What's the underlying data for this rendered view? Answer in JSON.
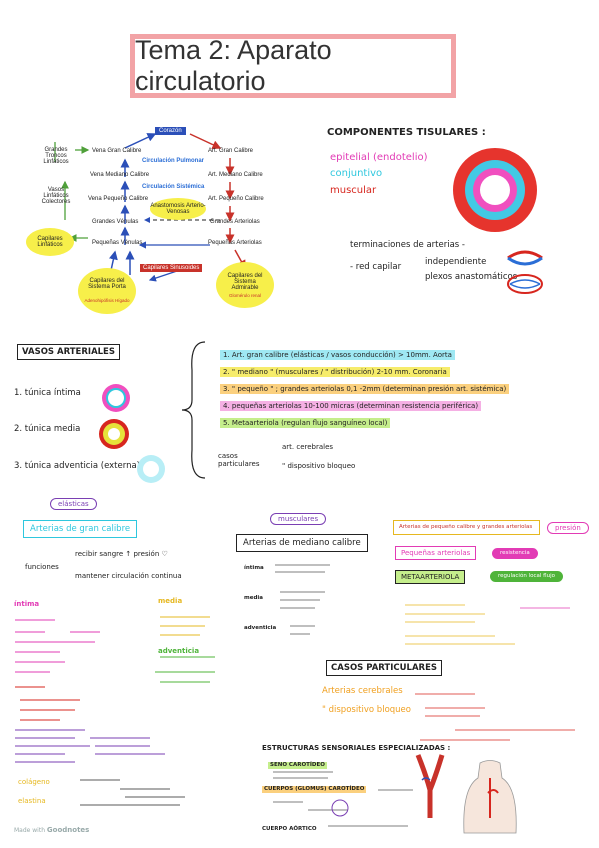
{
  "title": "Tema 2: Aparato circulatorio",
  "diagram": {
    "corazon": "Corazón",
    "grandes_troncos": "Grandes Troncos Linfáticos",
    "vasos_linfaticos": "Vasos Linfáticos Colectores",
    "capilares_linfaticos": "Capilares Linfáticos",
    "vena_gran_calibre": "Vena Gran Calibre",
    "vena_mediano_calibre": "Vena Mediano Calibre",
    "vena_pequeno_calibre": "Vena Pequeño Calibre",
    "grandes_venulas": "Grandes Vénulas",
    "pequenas_venulas": "Pequeñas Vénulas",
    "art_gran_calibre": "Art. Gran Calibre",
    "art_mediano_calibre": "Art. Mediano Calibre",
    "art_pequeno_calibre": "Art. Pequeño Calibre",
    "grandes_arteriolas": "Grandes Arteriolas",
    "pequenas_arteriolas": "Pequeñas Arteriolas",
    "circulacion_pulmonar": "Circulación Pulmonar",
    "circulacion_sistemica": "Circulación Sistémica",
    "anastomosis": "Anastomosis Arterio-Venosas",
    "capilares_sinusoides": "Capilares Sinusoides",
    "capilares_porta": "Capilares del Sistema Porta",
    "capilares_porta_sub": "Adenohipófisis Hígado",
    "capilares_admirable": "Capilares del Sistema Admirable",
    "capilares_admirable_sub": "Glomérulo renal"
  },
  "componentes": {
    "heading": "COMPONENTES TISULARES :",
    "epitelial": "epitelial (endotelio)",
    "conjuntivo": "conjuntivo",
    "muscular": "muscular",
    "terminaciones": "terminaciones de arterias -",
    "red_capilar": "- red capilar",
    "independiente": "independiente",
    "plexos": "plexos anastomáticos"
  },
  "vasos_arteriales": {
    "heading": "VASOS ARTERIALES",
    "tunica_intima": "1. túnica íntima",
    "tunica_media": "2. túnica media",
    "tunica_adventicia": "3. túnica adventicia (externa)",
    "list": [
      "1. Art. gran calibre (elásticas / vasos conducción) > 10mm. Aorta",
      "2. \" mediano \" (musculares / \" distribución) 2-10 mm. Coronaria",
      "3. \" pequeño \" ; grandes arteriolas 0,1 -2mm (determinan presión art. sistémica)",
      "4. pequeñas arteriolas 10-100 micras (determinan resistencia periférica)",
      "5. Metaarteriola (regulan flujo sanguíneo local)"
    ],
    "casos": "casos particulares",
    "art_cerebrales": "art. cerebrales",
    "dispositivo": "\" dispositivo bloqueo"
  },
  "notes": {
    "elasticas": "elásticas",
    "arterias_gran_calibre": "Arterias de gran calibre",
    "funciones": "funciones",
    "recibir": "recibir sangre ↑ presión ♡",
    "mantener": "mantener circulación continua",
    "intima": "íntima",
    "media": "media",
    "adventicia": "adventicia",
    "musculares": "musculares",
    "arterias_mediano": "Arterias de mediano calibre",
    "intima_md": "íntima",
    "media_md": "media",
    "adventicia_md": "adventicia",
    "peq_grandes": "Arterias de pequeño calibre y grandes arteriolas",
    "presion": "presión",
    "pequenas_arteriolas": "Pequeñas arteriolas",
    "resistencia": "resistencia",
    "metaarteriola": "METAARTERIOLA",
    "regulacion": "regulación local flujo",
    "casos_particulares": "CASOS PARTICULARES",
    "arterias_cerebrales": "Arterias cerebrales",
    "dispositivo_bloqueo": "\" dispositivo bloqueo",
    "estructuras": "ESTRUCTURAS SENSORIALES ESPECIALIZADAS :",
    "seno_carotideo": "SENO CAROTÍDEO",
    "cuerpo_carotideo": "CUERPOS (GLOMUS) CAROTÍDEO",
    "cuerpo_aortico": "CUERPO AÓRTICO",
    "colageno": "colágeno",
    "elastina": "elastina",
    "made_with": "Made with",
    "goodnotes": "Goodnotes"
  },
  "colors": {
    "pink_border": "#f2a3a6",
    "magenta": "#e23bb5",
    "cyan": "#2ec7de",
    "red": "#d7261e",
    "purple": "#7a3fb3",
    "green": "#4fb43a",
    "orange": "#f0a020"
  }
}
